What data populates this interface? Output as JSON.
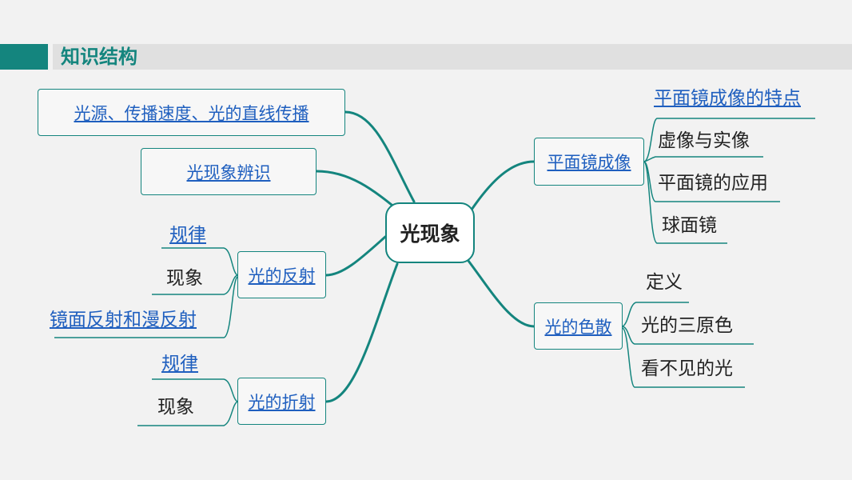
{
  "header": {
    "title": "知识结构"
  },
  "center": {
    "label": "光现象"
  },
  "left": {
    "node1": "光源、传播速度、光的直线传播",
    "node2": "光现象辨识",
    "reflection": {
      "label": "光的反射",
      "children": [
        "规律",
        "现象",
        "镜面反射和漫反射"
      ]
    },
    "refraction": {
      "label": "光的折射",
      "children": [
        "规律",
        "现象"
      ]
    }
  },
  "right": {
    "plane_mirror": {
      "label": "平面镜成像",
      "children": [
        "平面镜成像的特点",
        "虚像与实像",
        "平面镜的应用",
        "球面镜"
      ]
    },
    "dispersion": {
      "label": "光的色散",
      "children": [
        "定义",
        "光的三原色",
        "看不见的光"
      ]
    }
  },
  "colors": {
    "accent": "#14857e",
    "link": "#1f5fbf",
    "background": "#f2f2f2"
  }
}
